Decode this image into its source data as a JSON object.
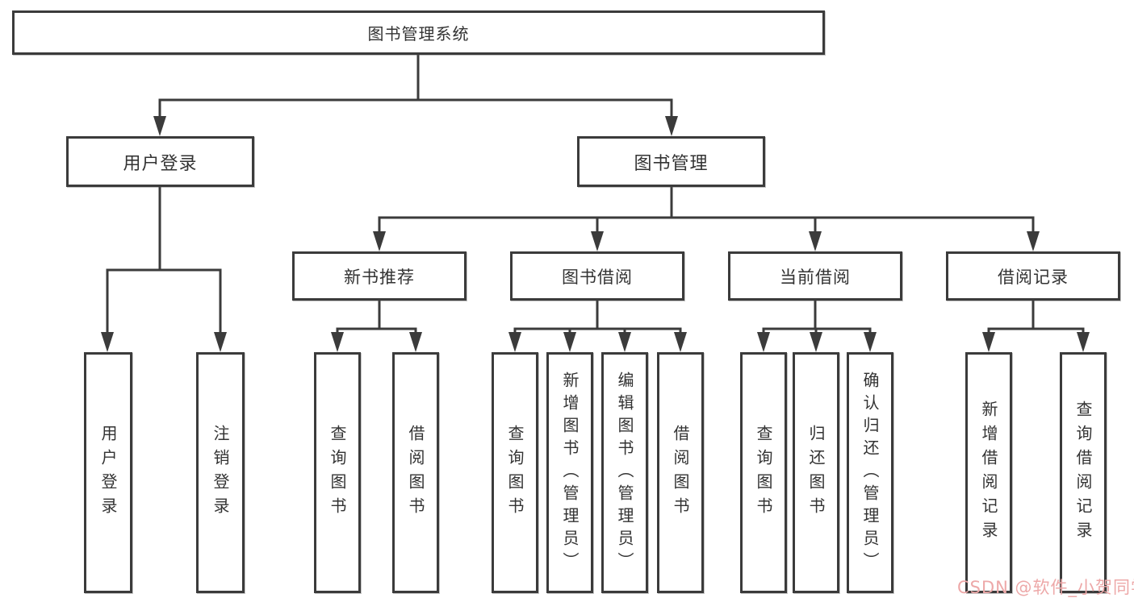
{
  "diagram": {
    "root": {
      "label": "图书管理系统"
    },
    "level2": [
      {
        "label": "用户登录"
      },
      {
        "label": "图书管理"
      }
    ],
    "level3": [
      {
        "label": "新书推荐",
        "parent": "图书管理"
      },
      {
        "label": "图书借阅",
        "parent": "图书管理"
      },
      {
        "label": "当前借阅",
        "parent": "图书管理"
      },
      {
        "label": "借阅记录",
        "parent": "图书管理"
      }
    ],
    "leaves": [
      {
        "label": "用户登录",
        "parent": "用户登录"
      },
      {
        "label": "注销登录",
        "parent": "用户登录"
      },
      {
        "label": "查询图书",
        "parent": "新书推荐"
      },
      {
        "label": "借阅图书",
        "parent": "新书推荐"
      },
      {
        "label": "查询图书",
        "parent": "图书借阅"
      },
      {
        "label": "新增图书（管理员）",
        "parent": "图书借阅"
      },
      {
        "label": "编辑图书（管理员）",
        "parent": "图书借阅"
      },
      {
        "label": "借阅图书",
        "parent": "图书借阅"
      },
      {
        "label": "查询图书",
        "parent": "当前借阅"
      },
      {
        "label": "归还图书",
        "parent": "当前借阅"
      },
      {
        "label": "确认归还（管理员）",
        "parent": "当前借阅"
      },
      {
        "label": "新增借阅记录",
        "parent": "借阅记录"
      },
      {
        "label": "查询借阅记录",
        "parent": "借阅记录"
      }
    ]
  },
  "watermark": {
    "text": "CSDN @软件_小贺同学",
    "color": "#EDA8A8"
  },
  "colors": {
    "line": "#3B3B3B",
    "box_border": "#3B3B3B",
    "text": "#333333",
    "box_background": "#FFFFFF",
    "page_background": "#FFFFFF"
  }
}
